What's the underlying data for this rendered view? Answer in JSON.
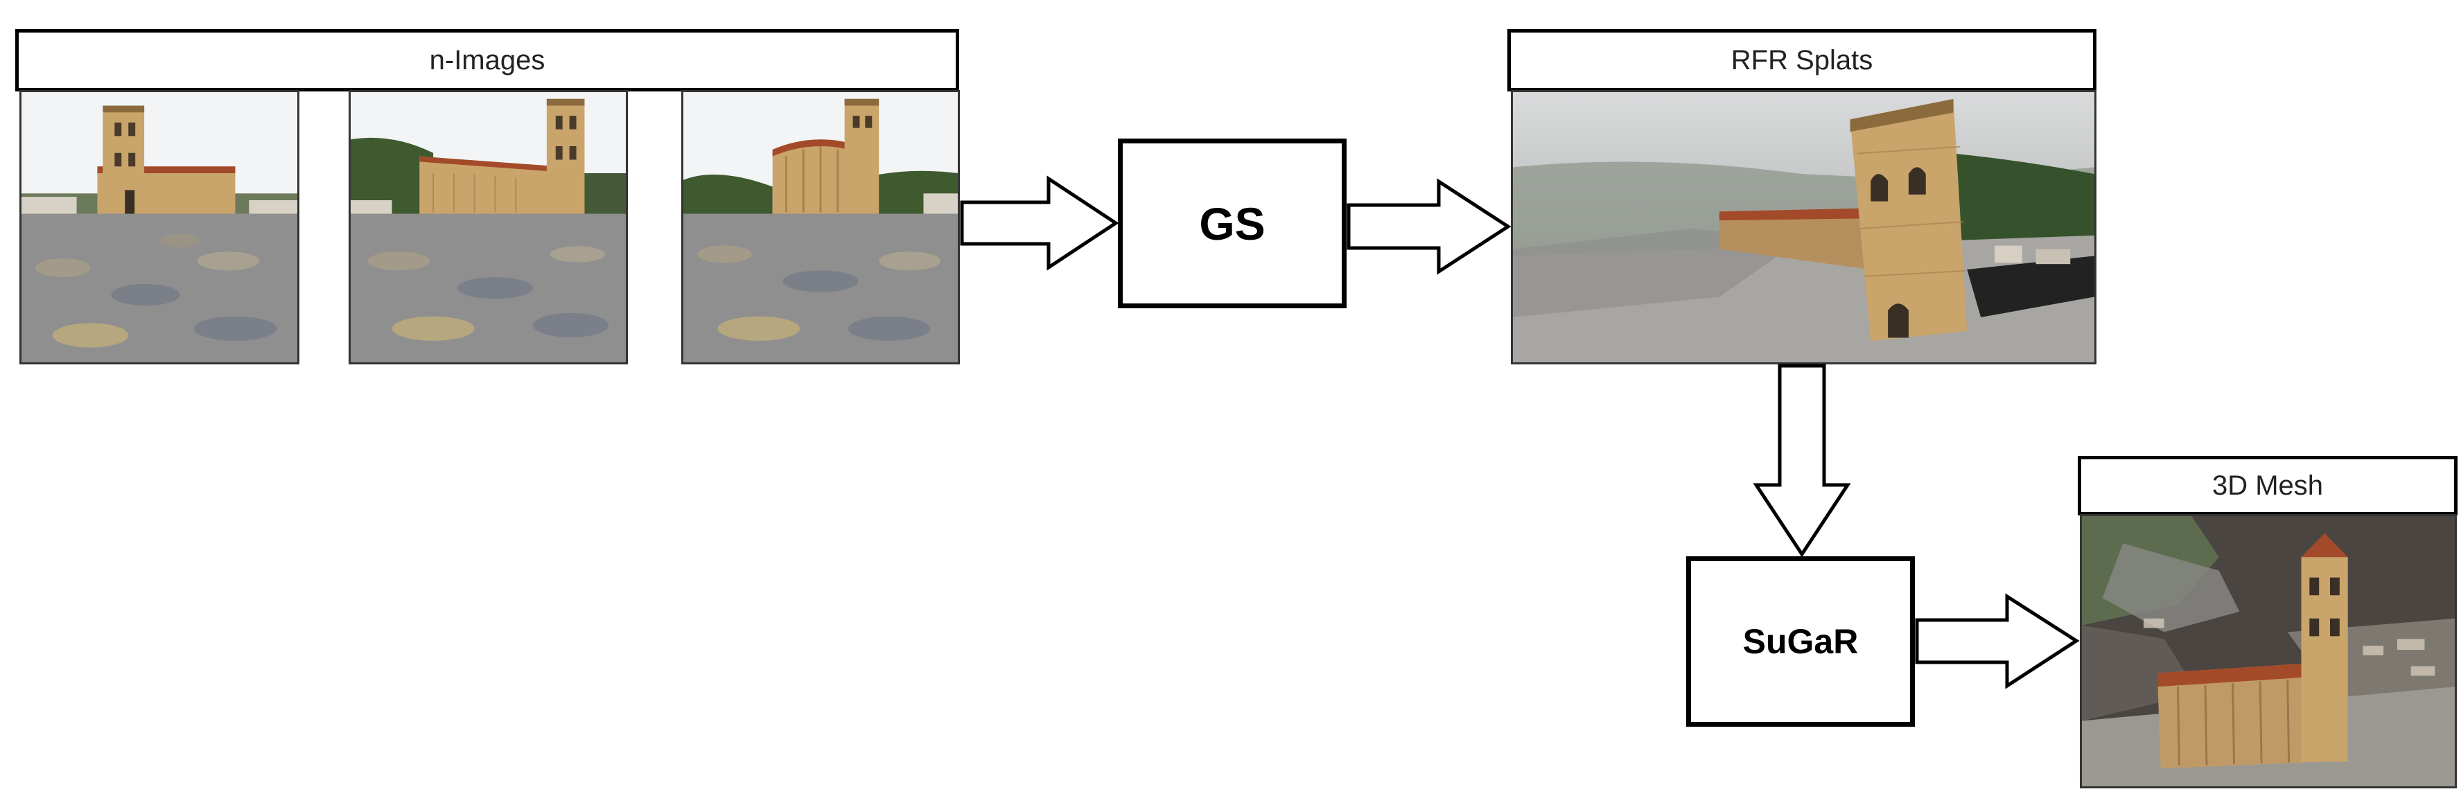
{
  "input_group": {
    "title": "n-Images"
  },
  "gs_box": {
    "label": "GS"
  },
  "rfr_group": {
    "title": "RFR Splats"
  },
  "sugar_box": {
    "label": "SuGaR"
  },
  "mesh_group": {
    "title": "3D Mesh"
  },
  "colors": {
    "stroke": "#000000",
    "sky": "#e8ecef",
    "stone_wall": "#c9a46b",
    "stone_dark": "#a9824e",
    "pavement": "#8f8f8f",
    "hills": "#3f5a2e",
    "roof": "#a34a2a",
    "mesh_bg": "#4a4540"
  }
}
